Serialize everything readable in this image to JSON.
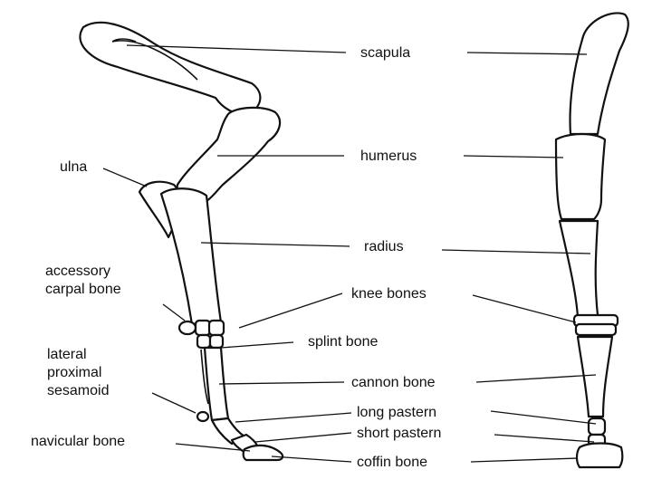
{
  "labels": {
    "scapula": "scapula",
    "humerus": "humerus",
    "ulna": "ulna",
    "radius": "radius",
    "accessory_carpal": [
      "accessory",
      "carpal bone"
    ],
    "knee_bones": "knee bones",
    "splint_bone": "splint bone",
    "lateral_proximal_sesamoid": [
      "lateral",
      "proximal",
      "sesamoid"
    ],
    "cannon_bone": "cannon bone",
    "long_pastern": "long pastern",
    "short_pastern": "short pastern",
    "navicular_bone": "navicular bone",
    "coffin_bone": "coffin bone"
  }
}
